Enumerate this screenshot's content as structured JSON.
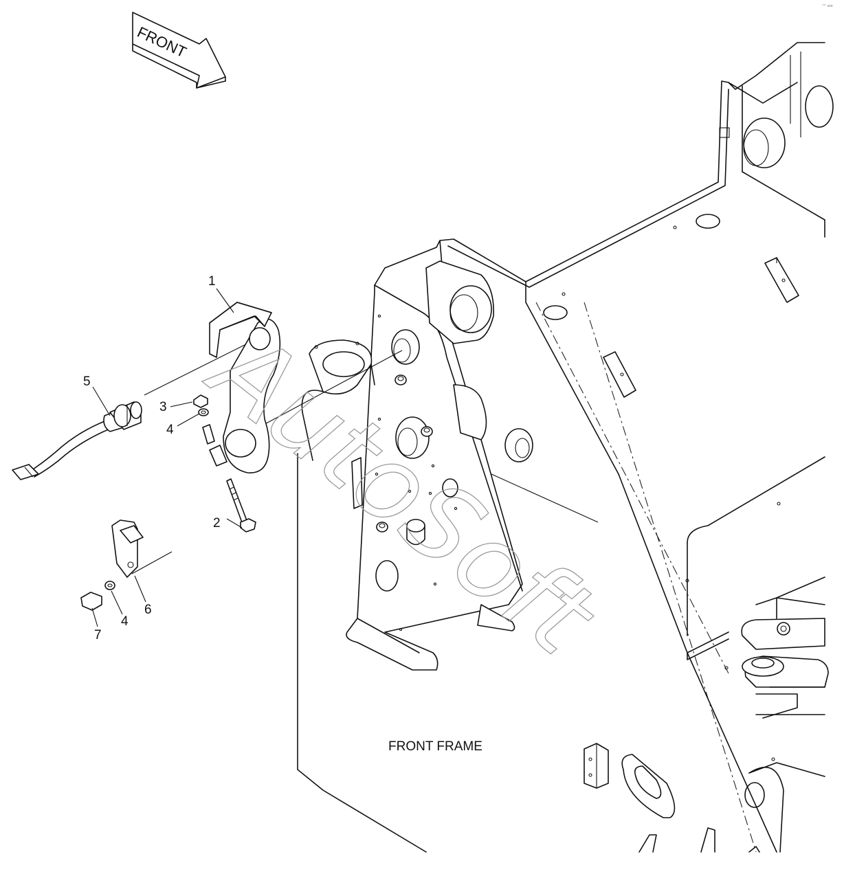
{
  "direction_arrow": {
    "label": "FRONT"
  },
  "frame_label": "FRONT FRAME",
  "watermark": "AutoSoft",
  "callouts": [
    {
      "id": "c1",
      "text": "1"
    },
    {
      "id": "c2",
      "text": "2"
    },
    {
      "id": "c3",
      "text": "3"
    },
    {
      "id": "c4a",
      "text": "4"
    },
    {
      "id": "c4b",
      "text": "4"
    },
    {
      "id": "c5",
      "text": "5"
    },
    {
      "id": "c6",
      "text": "6"
    },
    {
      "id": "c7",
      "text": "7"
    }
  ],
  "corner_mark": "°° ≡≡"
}
